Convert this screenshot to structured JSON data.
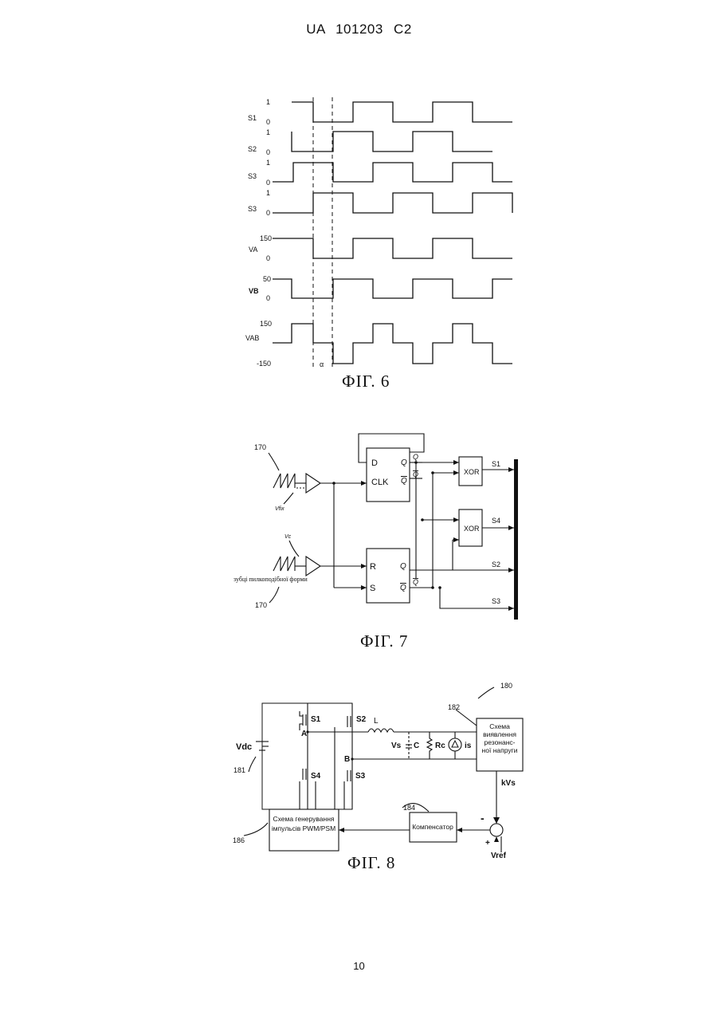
{
  "header": "UA 101203 C2",
  "page_number": "10",
  "fig6": {
    "caption": "ФІГ. 6",
    "rows": [
      {
        "name": "S1",
        "hi": "1",
        "lo": "0"
      },
      {
        "name": "S2",
        "hi": "1",
        "lo": "0"
      },
      {
        "name": "S3",
        "hi": "1",
        "lo": "0"
      },
      {
        "name": "S3",
        "hi": "1",
        "lo": "0"
      },
      {
        "name": "VA",
        "hi": "150",
        "lo": "0"
      },
      {
        "name": "VB",
        "hi": "50",
        "lo": "0"
      },
      {
        "name": "VAB",
        "hi": "150",
        "lo": "-150"
      }
    ],
    "alpha": "α"
  },
  "fig7": {
    "caption": "ФІГ. 7",
    "ref_top": "170",
    "ref_bottom": "170",
    "v_fix": "Vfix",
    "v_c": "Vc",
    "sawtooth_label": "зубці пилкоподібної форми",
    "ff1": {
      "d": "D",
      "clk": "CLK",
      "q": "Q",
      "qbar": "Q"
    },
    "ff2": {
      "r": "R",
      "s": "S",
      "q": "Q",
      "qbar": "Q"
    },
    "xor1": "XOR",
    "xor2": "XOR",
    "out_q": "Q",
    "out_qbar": "Q",
    "out_qbar2": "Q",
    "s1": "S1",
    "s4": "S4",
    "s2": "S2",
    "s3": "S3"
  },
  "fig8": {
    "caption": "ФІГ. 8",
    "ref_180": "180",
    "ref_181": "181",
    "ref_182": "182",
    "ref_184": "184",
    "ref_186": "186",
    "vdc": "Vdc",
    "s1": "S1",
    "s2": "S2",
    "s3": "S3",
    "s4": "S4",
    "node_a": "A",
    "node_b": "B",
    "inductor": "L",
    "vs": "Vs",
    "cap": "C",
    "res": "Rc",
    "src": "is",
    "detect_lines": [
      "Схема",
      "виявлення",
      "резонанс-",
      "ної напруги"
    ],
    "kvs": "kVs",
    "compensator": "Компенсатор",
    "pwm_lines": [
      "Схема генерування",
      "імпульсів PWM/PSM"
    ],
    "vref": "Vref",
    "minus": "-",
    "plus": "+"
  }
}
